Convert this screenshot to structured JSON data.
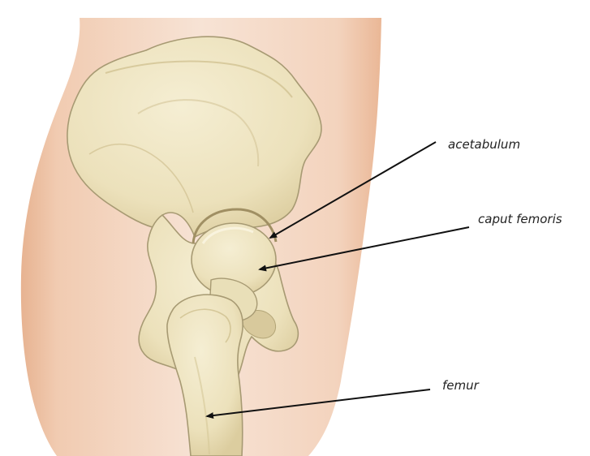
{
  "labels": {
    "acetabulum": "acetabulum",
    "caput_femoris": "caput femoris",
    "femur": "femur"
  },
  "colors": {
    "skin_light": "#f6e1d2",
    "skin_dark": "#edbc9a",
    "bone_fill": "#eee5c2",
    "bone_shadow": "#d3c494",
    "bone_outline": "#a79a73",
    "arrow": "#111111"
  }
}
